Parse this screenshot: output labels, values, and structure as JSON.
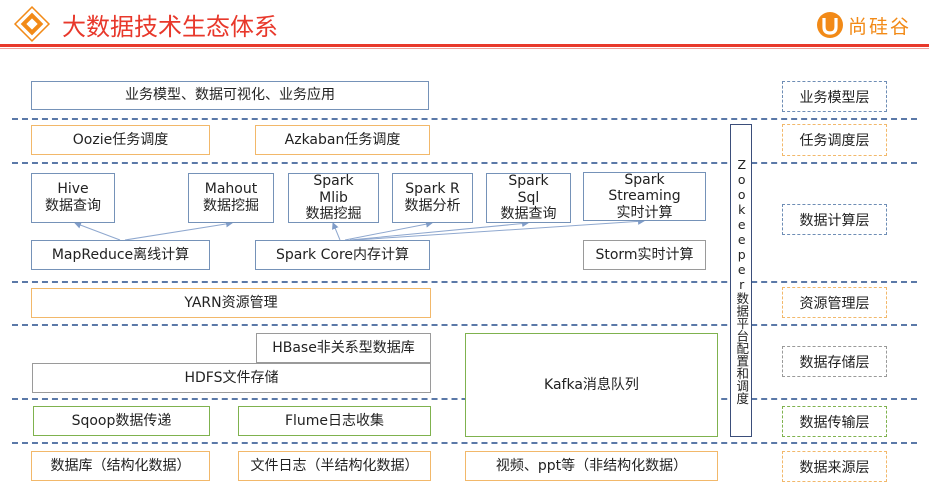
{
  "title": "大数据技术生态体系",
  "brand": {
    "name": "尚硅谷",
    "logo_letter": "U"
  },
  "colors": {
    "title_red": "#e8382b",
    "blue": "#7592b8",
    "orange": "#f2b86a",
    "green": "#7fb24e",
    "navy": "#3b4e7a"
  },
  "rows": {
    "business": {
      "box": "业务模型、数据可视化、业务应用",
      "layer": "业务模型层"
    },
    "scheduling": {
      "oozie": "Oozie任务调度",
      "azkaban": "Azkaban任务调度",
      "layer": "任务调度层"
    },
    "compute": {
      "hive": [
        "Hive",
        "数据查询"
      ],
      "mahout": [
        "Mahout",
        "数据挖掘"
      ],
      "mllib": [
        "Spark",
        "Mlib",
        "数据挖掘"
      ],
      "sparkr": [
        "Spark R",
        "数据分析"
      ],
      "sparksql": [
        "Spark",
        "Sql",
        "数据查询"
      ],
      "streaming": [
        "Spark",
        "Streaming",
        "实时计算"
      ],
      "mapreduce": "MapReduce离线计算",
      "sparkcore": "Spark Core内存计算",
      "storm": "Storm实时计算",
      "layer": "数据计算层"
    },
    "resource": {
      "yarn": "YARN资源管理",
      "layer": "资源管理层"
    },
    "storage": {
      "hbase": "HBase非关系型数据库",
      "hdfs": "HDFS文件存储",
      "kafka": "Kafka消息队列",
      "layer": "数据存储层"
    },
    "transfer": {
      "sqoop": "Sqoop数据传递",
      "flume": "Flume日志收集",
      "layer": "数据传输层"
    },
    "source": {
      "db": "数据库（结构化数据）",
      "log": "文件日志（半结构化数据）",
      "media": "视频、ppt等（非结构化数据）",
      "layer": "数据来源层"
    }
  },
  "zookeeper": "Zookeeper数据平台配置和调度"
}
